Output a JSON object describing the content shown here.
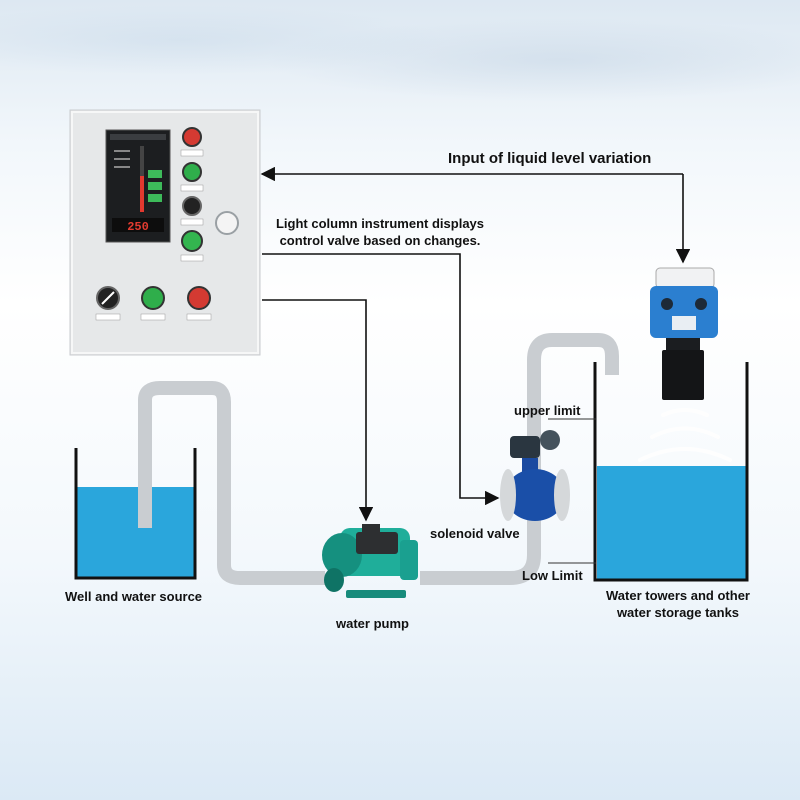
{
  "labels": {
    "input_variation": "Input of liquid level variation",
    "instrument_line1": "Light column instrument displays",
    "instrument_line2": "control valve based on changes.",
    "upper_limit": "upper limit",
    "solenoid_valve": "solenoid valve",
    "low_limit": "Low Limit",
    "well_source": "Well and water source",
    "water_pump": "water pump",
    "tower_line1": "Water towers and other",
    "tower_line2": "water storage tanks"
  },
  "control_panel": {
    "display_value": "250"
  },
  "colors": {
    "water": "#2aa6dc",
    "pipe": "#c8ccd0",
    "panel": "#e6e8e9",
    "pump": "#1fae9a",
    "valve_body": "#1a4fa8",
    "sensor": "#2b7fd0"
  }
}
